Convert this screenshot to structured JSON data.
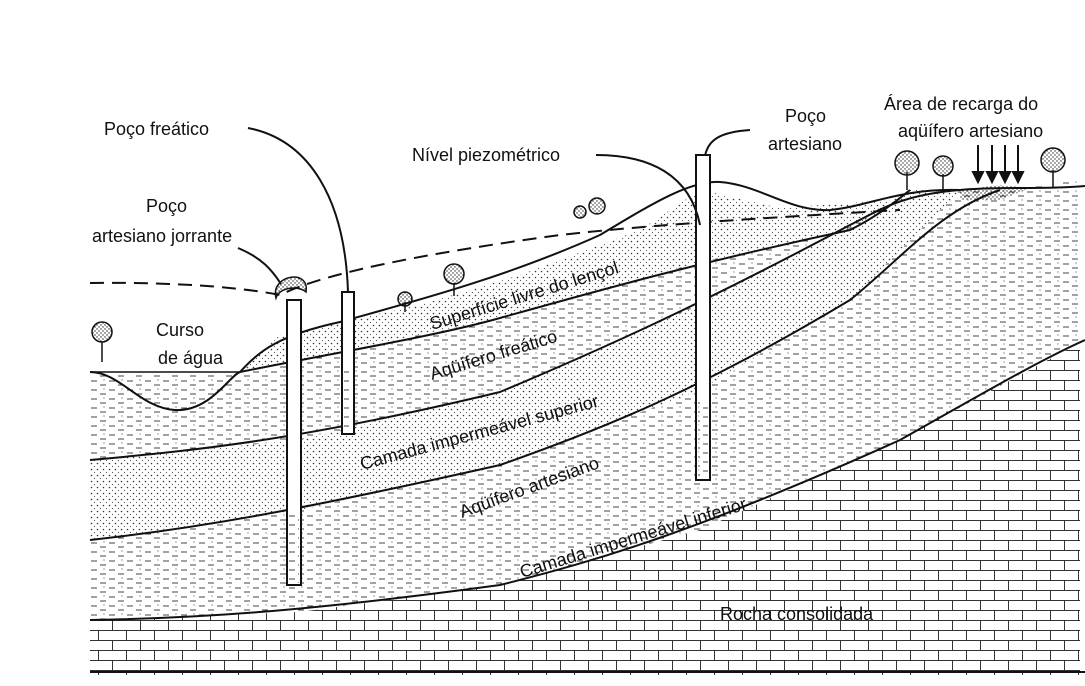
{
  "labels": {
    "poco_freatico": "Poço freático",
    "poco_artesiano_jorrante_1": "Poço",
    "poco_artesiano_jorrante_2": "artesiano jorrante",
    "curso_de_agua_1": "Curso",
    "curso_de_agua_2": "de água",
    "nivel_piezometrico": "Nível piezométrico",
    "poco_artesiano_1": "Poço",
    "poco_artesiano_2": "artesiano",
    "area_recarga_1": "Área de recarga do",
    "area_recarga_2": "aqüífero artesiano",
    "superficie_livre": "Superfície livre do lençol",
    "aquifero_freatico": "Aqüífero freático",
    "camada_superior": "Camada impermeável superior",
    "aquifero_artesiano": "Aqüífero artesiano",
    "camada_inferior": "Camada impermeável inferior",
    "rocha_consolidada": "Rocha consolidada"
  },
  "colors": {
    "ink": "#111111",
    "paper": "#ffffff"
  }
}
